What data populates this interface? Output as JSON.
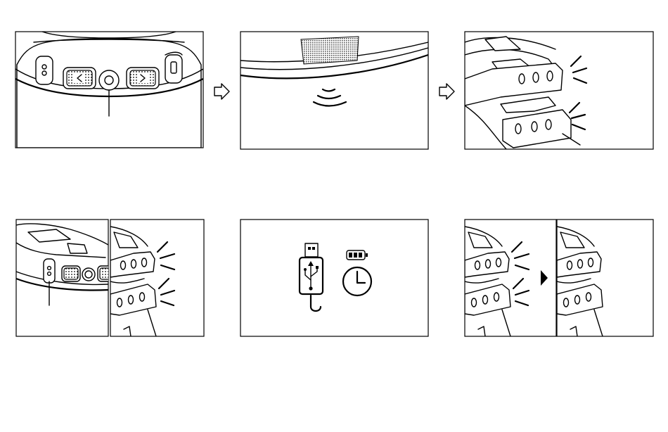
{
  "steps": [
    {
      "id": 1,
      "illustration": "helmet-button-press",
      "callout_icon": "center-button-icon"
    },
    {
      "id": 2,
      "illustration": "speaker-sound",
      "callout_icon": "sound-waves-icon"
    },
    {
      "id": 3,
      "illustration": "helmet-lights-flash",
      "callout_icon": "light-flash-icon"
    },
    {
      "id": 4,
      "illustration": "side-button-lights-flash",
      "callout_icon": "side-button-icon"
    },
    {
      "id": 5,
      "illustration": "usb-charging",
      "callout_icon": "usb-plug-icon"
    },
    {
      "id": 6,
      "illustration": "lights-flash-then-off",
      "callout_icon": "play-arrow-icon"
    }
  ],
  "connectors": [
    "next-step-arrow-icon",
    "next-step-arrow-icon"
  ],
  "icons": {
    "usb": "usb-plug-icon",
    "battery": "battery-full-icon",
    "clock": "clock-icon",
    "transition": "play-arrow-icon"
  },
  "colors": {
    "line": "#000000",
    "background": "#ffffff"
  }
}
